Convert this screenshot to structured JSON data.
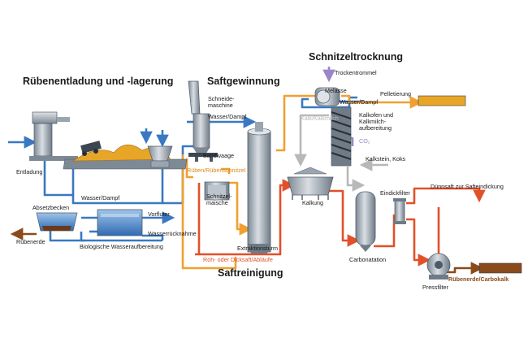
{
  "sections": {
    "unloading": "Rübenentladung und -lagerung",
    "juice_extraction": "Saftgewinnung",
    "pulp_drying": "Schnitzeltrocknung",
    "juice_purification": "Saftreinigung"
  },
  "labels": {
    "entladung": "Entladung",
    "absetzbecken": "Absetzbecken",
    "ruebenerde": "Rübenerde",
    "biologische": "Biologische Wasseraufbereitung",
    "vorfluter": "Vorfluter",
    "wasserruecknahme": "Wasserrücknahme",
    "wasser_dampf_1": "Wasser/Dampf",
    "schneidemaschine_1": "Schneide-",
    "schneidemaschine_2": "maschine",
    "wasser_dampf_2": "Wasser/Dampf",
    "bandwaage": "Bandwaage",
    "rueben_schnitzel": "Rüben/Rübenschnitzel",
    "schnitzelmaische_1": "Schnitzel-",
    "schnitzelmaische_2": "maische",
    "extraktionsturm": "Extraktionsturm",
    "roh_dicksaft": "Roh- oder Dicksaft/Abläufe",
    "trockentrommel": "Trockentrommel",
    "melasse": "Melasse",
    "wasser_dampf_3": "Wasser/Dampf",
    "pelletierung": "Pelletierung",
    "kalk_kalkmilch": "Kalk/Kalkmilch",
    "kalkofen_1": "Kalkofen und",
    "kalkofen_2": "Kalkmilch-",
    "kalkofen_3": "aufbereitung",
    "co2": "CO₂",
    "kalkstein": "Kalkstein, Koks",
    "kalkung": "Kalkung",
    "eindickfilter": "Eindickfilter",
    "carbonatation": "Carbonatation",
    "duennsaft": "Dünnsaft zur Safteindickung",
    "pressfilter": "Pressfilter",
    "ruebenerde_carbokalk": "Rübenerde/Carbokalk"
  },
  "colors": {
    "water": "#3a78c2",
    "beets": "#f0a030",
    "juice": "#e2502a",
    "lime": "#b8b8b8",
    "molasses": "#9a86c8",
    "equipment": "#a9b4bf",
    "product_pellet": "#e8a628",
    "product_carbokalk": "#8a4a1c"
  }
}
